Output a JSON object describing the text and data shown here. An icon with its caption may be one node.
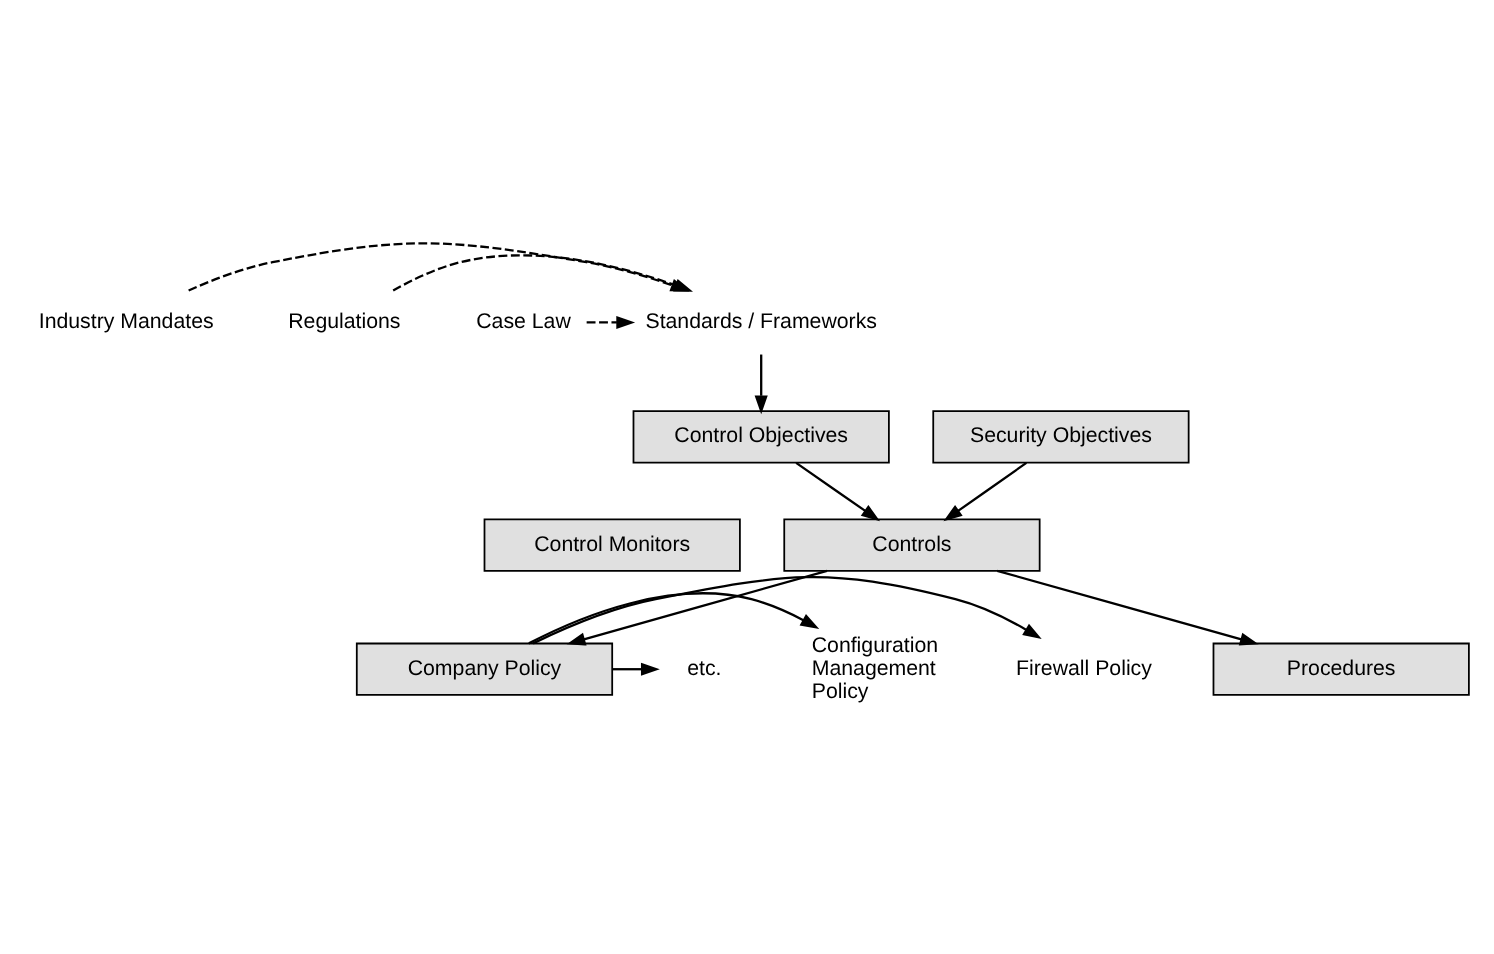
{
  "diagram": {
    "nodes": [
      {
        "text": [
          "Industry Mandates"
        ]
      },
      {
        "text": [
          "Regulations"
        ]
      },
      {
        "text": [
          "Standards / Frameworks"
        ]
      },
      {
        "text": [
          "Case Law"
        ]
      },
      {
        "text": [
          "Control Objectives"
        ]
      },
      {
        "text": [
          "Security Objectives"
        ]
      },
      {
        "text": [
          "Control Monitors"
        ]
      },
      {
        "text": [
          "Controls"
        ]
      },
      {
        "text": [
          "Firewall Policy"
        ]
      },
      {
        "text": [
          "Configuration Management Policy"
        ]
      },
      {
        "text": [
          "etc."
        ]
      },
      {
        "text": [
          "Company Policy"
        ]
      },
      {
        "text": [
          "Procedures"
        ]
      }
    ],
    "edges": [
      {
        "from": 0,
        "to": 2,
        "arrow": "to",
        "style": "dashed"
      },
      {
        "from": 1,
        "to": 2,
        "arrow": "to",
        "style": "dashed"
      },
      {
        "from": 3,
        "to": 2,
        "arrow": "to",
        "style": "dashed"
      },
      {
        "from": 2,
        "to": 4,
        "arrow": "to"
      },
      {
        "from": 4,
        "to": 7,
        "arrow": "to"
      },
      {
        "from": 5,
        "to": 7,
        "arrow": "to"
      },
      {
        "from": 7,
        "to": 11,
        "arrow": "to"
      },
      {
        "from": 7,
        "to": 12,
        "arrow": "to"
      },
      {
        "from": 11,
        "to": 8,
        "arrow": "to"
      },
      {
        "from": 11,
        "to": 9,
        "arrow": "to"
      },
      {
        "from": 11,
        "to": 10,
        "arrow": "to"
      }
    ]
  }
}
